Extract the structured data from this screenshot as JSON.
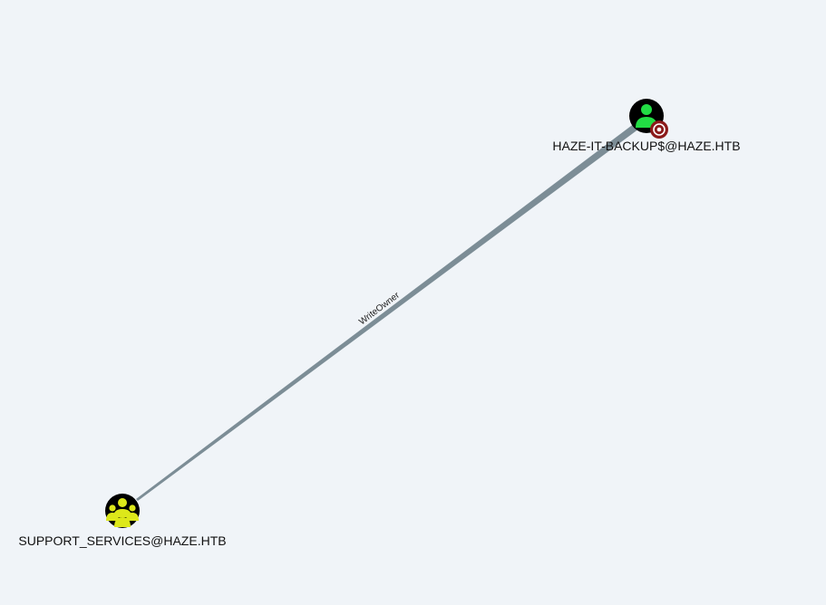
{
  "graph": {
    "nodes": [
      {
        "id": "target",
        "label": "HAZE-IT-BACKUP$@HAZE.HTB",
        "icon": "user-icon",
        "icon_color": "#22dd44",
        "badge": "target-icon",
        "badge_color": "#8b1a1a"
      },
      {
        "id": "source",
        "label": "SUPPORT_SERVICES@HAZE.HTB",
        "icon": "group-icon",
        "icon_color": "#dde81a"
      }
    ],
    "edges": [
      {
        "from": "source",
        "to": "target",
        "label": "WriteOwner",
        "color": "#7c8d96"
      }
    ]
  }
}
